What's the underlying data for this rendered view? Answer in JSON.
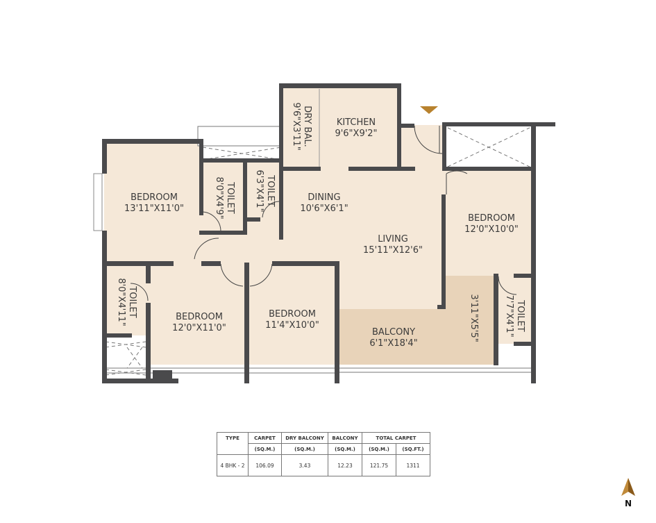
{
  "rooms": {
    "bedroom_nw": {
      "name": "BEDROOM",
      "size": "13'11\"X11'0\""
    },
    "toilet_n1": {
      "name": "TOILET",
      "size": "8'0\"X4'9\""
    },
    "toilet_n2": {
      "name": "TOILET",
      "size": "6'3\"X4'1\""
    },
    "dry_balcony": {
      "name": "DRY BAL.",
      "size": "9'6\"X3'11\""
    },
    "kitchen": {
      "name": "KITCHEN",
      "size": "9'6\"X9'2\""
    },
    "dining": {
      "name": "DINING",
      "size": "10'6\"X6'1\""
    },
    "living": {
      "name": "LIVING",
      "size": "15'11\"X12'6\""
    },
    "bedroom_e": {
      "name": "BEDROOM",
      "size": "12'0\"X10'0\""
    },
    "toilet_w": {
      "name": "TOILET",
      "size": "8'0\"X4'11\""
    },
    "bedroom_sw": {
      "name": "BEDROOM",
      "size": "12'0\"X11'0\""
    },
    "bedroom_s": {
      "name": "BEDROOM",
      "size": "11'4\"X10'0\""
    },
    "balcony": {
      "name": "BALCONY",
      "size": "6'1\"X18'4\""
    },
    "balcony_ext": {
      "size": "3'11\"X5'5\""
    },
    "toilet_e": {
      "name": "TOILET",
      "size": "7'7\"X4'1\""
    }
  },
  "colors": {
    "wall": "#4a4a4c",
    "floor": "#f5e8d8",
    "balcony": "#e8d3b9",
    "entrance_marker": "#b8822e",
    "north_arrow": "#b07a2a"
  },
  "area_table": {
    "headers": [
      "TYPE",
      "CARPET",
      "DRY BALCONY",
      "BALCONY",
      "TOTAL CARPET"
    ],
    "units": [
      "(SQ.M.)",
      "(SQ.M.)",
      "(SQ.M.)",
      "(SQ.M.)",
      "(SQ.FT.)"
    ],
    "row": [
      "4 BHK - 2",
      "106.09",
      "3.43",
      "12.23",
      "121.75",
      "1311"
    ]
  },
  "north_label": "N"
}
